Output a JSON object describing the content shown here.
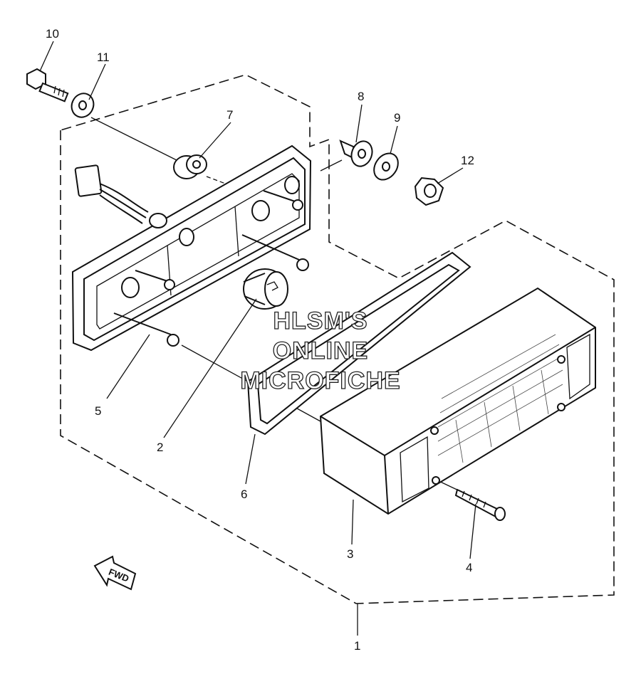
{
  "diagram": {
    "callouts": [
      {
        "id": "1",
        "label": "1"
      },
      {
        "id": "2",
        "label": "2"
      },
      {
        "id": "3",
        "label": "3"
      },
      {
        "id": "4",
        "label": "4"
      },
      {
        "id": "5",
        "label": "5"
      },
      {
        "id": "6",
        "label": "6"
      },
      {
        "id": "7",
        "label": "7"
      },
      {
        "id": "8",
        "label": "8"
      },
      {
        "id": "9",
        "label": "9"
      },
      {
        "id": "10",
        "label": "10"
      },
      {
        "id": "11",
        "label": "11"
      },
      {
        "id": "12",
        "label": "12"
      }
    ],
    "watermark": {
      "line1": "HLSM'S",
      "line2": "ONLINE",
      "line3": "MICROFICHE"
    },
    "fwd_label": "FWD"
  }
}
